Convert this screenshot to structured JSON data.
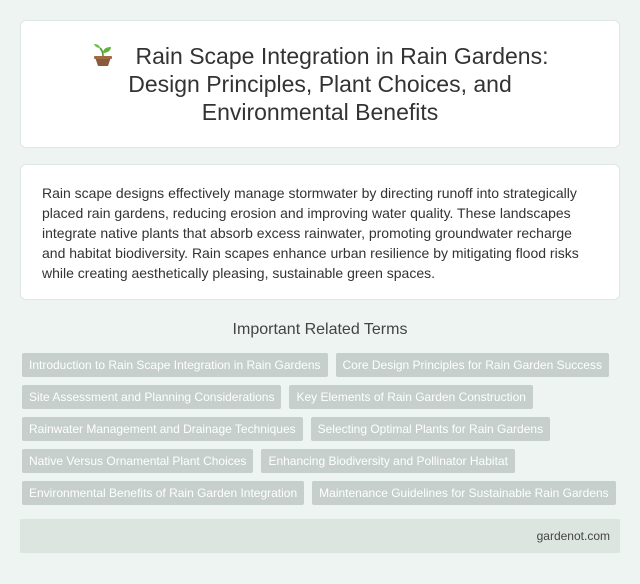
{
  "header": {
    "icon": "seedling-icon",
    "title": "Rain Scape Integration in Rain Gardens: Design Principles, Plant Choices, and Environmental Benefits"
  },
  "summary": {
    "text": "Rain scape designs effectively manage stormwater by directing runoff into strategically placed rain gardens, reducing erosion and improving water quality. These landscapes integrate native plants that absorb excess rainwater, promoting groundwater recharge and habitat biodiversity. Rain scapes enhance urban resilience by mitigating flood risks while creating aesthetically pleasing, sustainable green spaces."
  },
  "related": {
    "heading": "Important Related Terms",
    "terms": [
      "Introduction to Rain Scape Integration in Rain Gardens",
      "Core Design Principles for Rain Garden Success",
      "Site Assessment and Planning Considerations",
      "Key Elements of Rain Garden Construction",
      "Rainwater Management and Drainage Techniques",
      "Selecting Optimal Plants for Rain Gardens",
      "Native Versus Ornamental Plant Choices",
      "Enhancing Biodiversity and Pollinator Habitat",
      "Environmental Benefits of Rain Garden Integration",
      "Maintenance Guidelines for Sustainable Rain Gardens"
    ]
  },
  "footer": {
    "site": "gardenot.com"
  },
  "colors": {
    "background": "#eef4f1",
    "tag": "#c6cfcb",
    "footer": "#dde5e1"
  }
}
